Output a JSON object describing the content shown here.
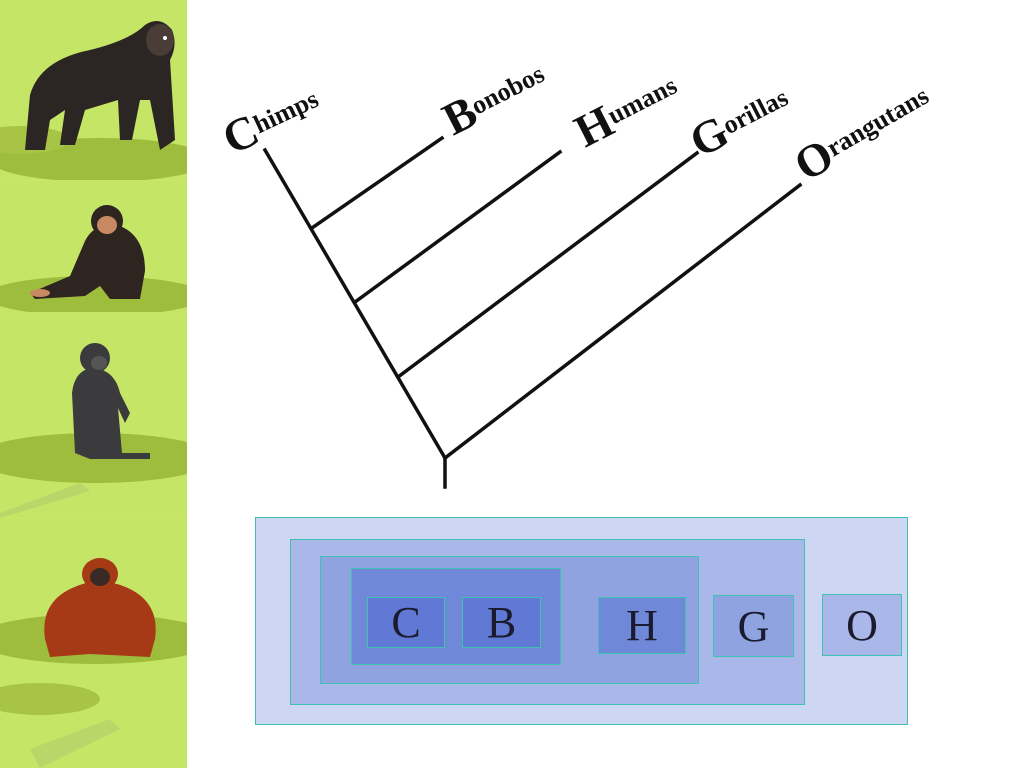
{
  "tree": {
    "labels": [
      {
        "initial": "C",
        "rest": "himps"
      },
      {
        "initial": "B",
        "rest": "onobos"
      },
      {
        "initial": "H",
        "rest": "umans"
      },
      {
        "initial": "G",
        "rest": "orillas"
      },
      {
        "initial": "O",
        "rest": "rangutans"
      }
    ]
  },
  "nested_groups": {
    "leaves": [
      "C",
      "B",
      "H",
      "G",
      "O"
    ]
  },
  "colors": {
    "outer": "#cdd6f2",
    "level2": "#a9b8e8",
    "level3": "#8fa3e0",
    "level4": "#7088d8",
    "leaf_inner": "#5f79d4",
    "border": "#3fc2b0",
    "sidebar": "#c5e566"
  }
}
